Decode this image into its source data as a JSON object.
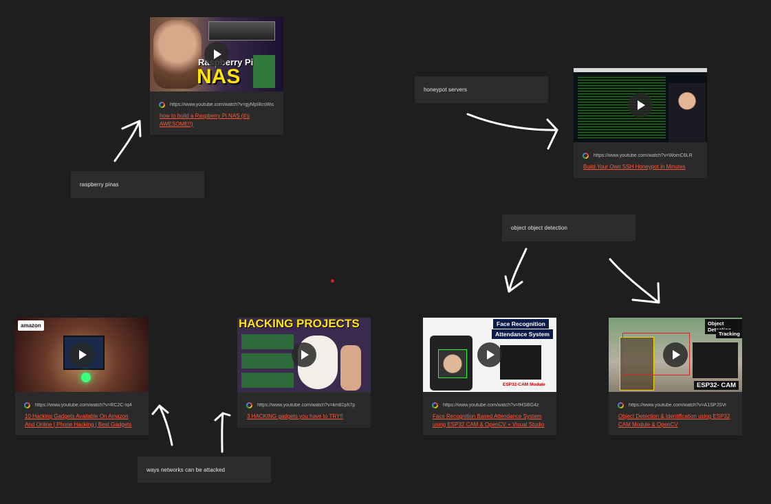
{
  "notes": {
    "raspberry": "raspberry pinas",
    "honeypot": "honeypot servers",
    "object": "object object detection",
    "networks": "ways networks can be attacked"
  },
  "cards": {
    "nas": {
      "url": "https://www.youtube.com/watch?v=gyMpI8csWis",
      "title": "how to build a Raspberry Pi NAS (it's AWESOME!!)",
      "thumb_line1": "Raspberry Pi",
      "thumb_line2": "NAS"
    },
    "honeypot": {
      "url": "https://www.youtube.com/watch?v=WomC6LR",
      "title": "Build Your Own SSH Honeypot in Minutes"
    },
    "gadgets": {
      "url": "https://www.youtube.com/watch?v=RC2C-Iq4",
      "title": "10 Hacking Gadgets Available On Amazon And Online | Phone Hacking | Best Gadgets",
      "thumb_badge": "amazon"
    },
    "hacking": {
      "url": "https://www.youtube.com/watch?v=km81ph7p",
      "title": "3 HACKING gadgets you have to TRY!!",
      "thumb_title": "HACKING PROJECTS"
    },
    "face": {
      "url": "https://www.youtube.com/watch?v=fHSl8G4z",
      "title": "Face Recognition Based Attendance System using ESP32 CAM & OpenCV + Visual Studio",
      "thumb_line1": "Face Recognition",
      "thumb_line2": "Attendance System",
      "thumb_tag": "ESP32-CAM Module"
    },
    "objdet": {
      "url": "https://www.youtube.com/watch?v=A1SPJSVr",
      "title": "Object Detection & Identification using ESP32 CAM Module & OpenCV",
      "thumb_line1": "Object Detection",
      "thumb_line2": "Tracking",
      "thumb_tag": "ESP32- CAM"
    }
  },
  "colors": {
    "background": "#1e1e1e",
    "note": "#2c2c2c",
    "card": "#2a2a2a",
    "link": "#ff5a3c",
    "ink": "#ffffff",
    "dot": "#d32020"
  },
  "icons": [
    "play-icon",
    "google-favicon-icon"
  ]
}
